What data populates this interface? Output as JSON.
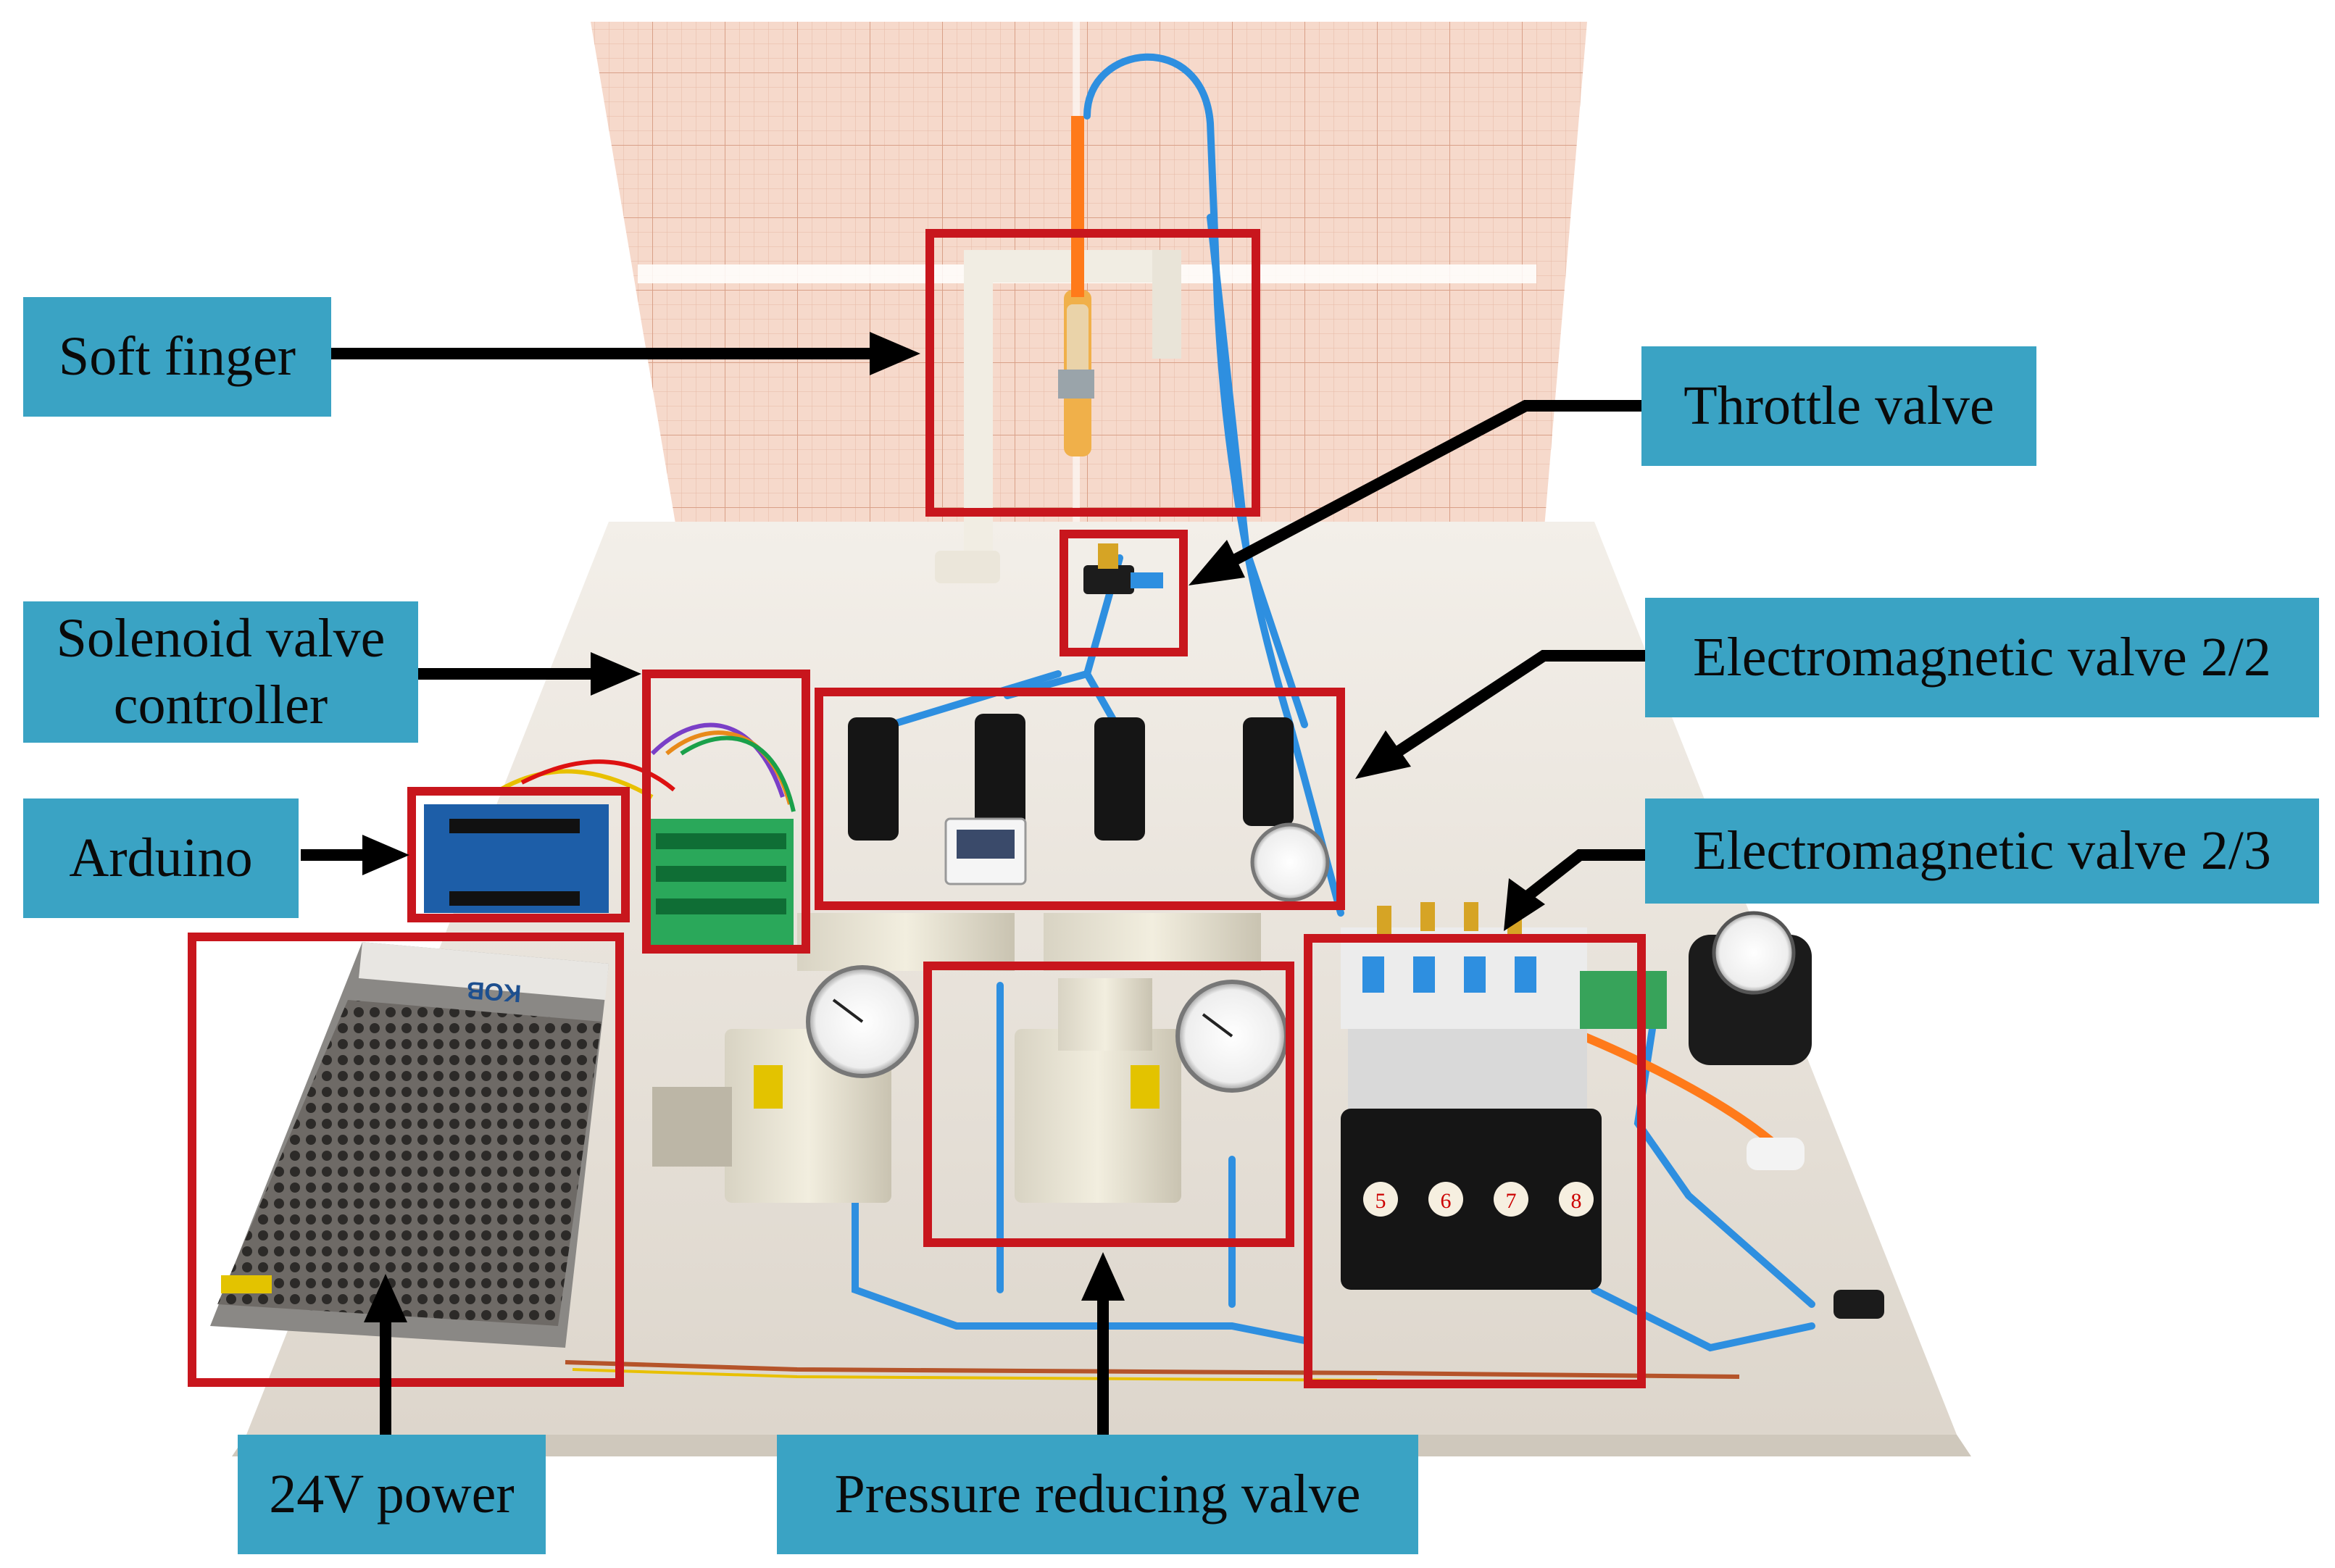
{
  "labels": {
    "soft_finger": "Soft finger",
    "throttle_valve": "Throttle valve",
    "solenoid_valve_controller_line1": "Solenoid valve",
    "solenoid_valve_controller_line2": "controller",
    "electromagnetic_valve_22": "Electromagnetic valve 2/2",
    "arduino": "Arduino",
    "electromagnetic_valve_23": "Electromagnetic valve 2/3",
    "power_24v": "24V power",
    "pressure_reducing_valve": "Pressure reducing valve"
  },
  "device_text": {
    "power_brand": "KOB",
    "valve_numbers": [
      "5",
      "6",
      "7",
      "8"
    ]
  },
  "colors": {
    "label_bg": "#3aa3c4",
    "highlight_box": "#c8161d",
    "arrow": "#000000"
  }
}
